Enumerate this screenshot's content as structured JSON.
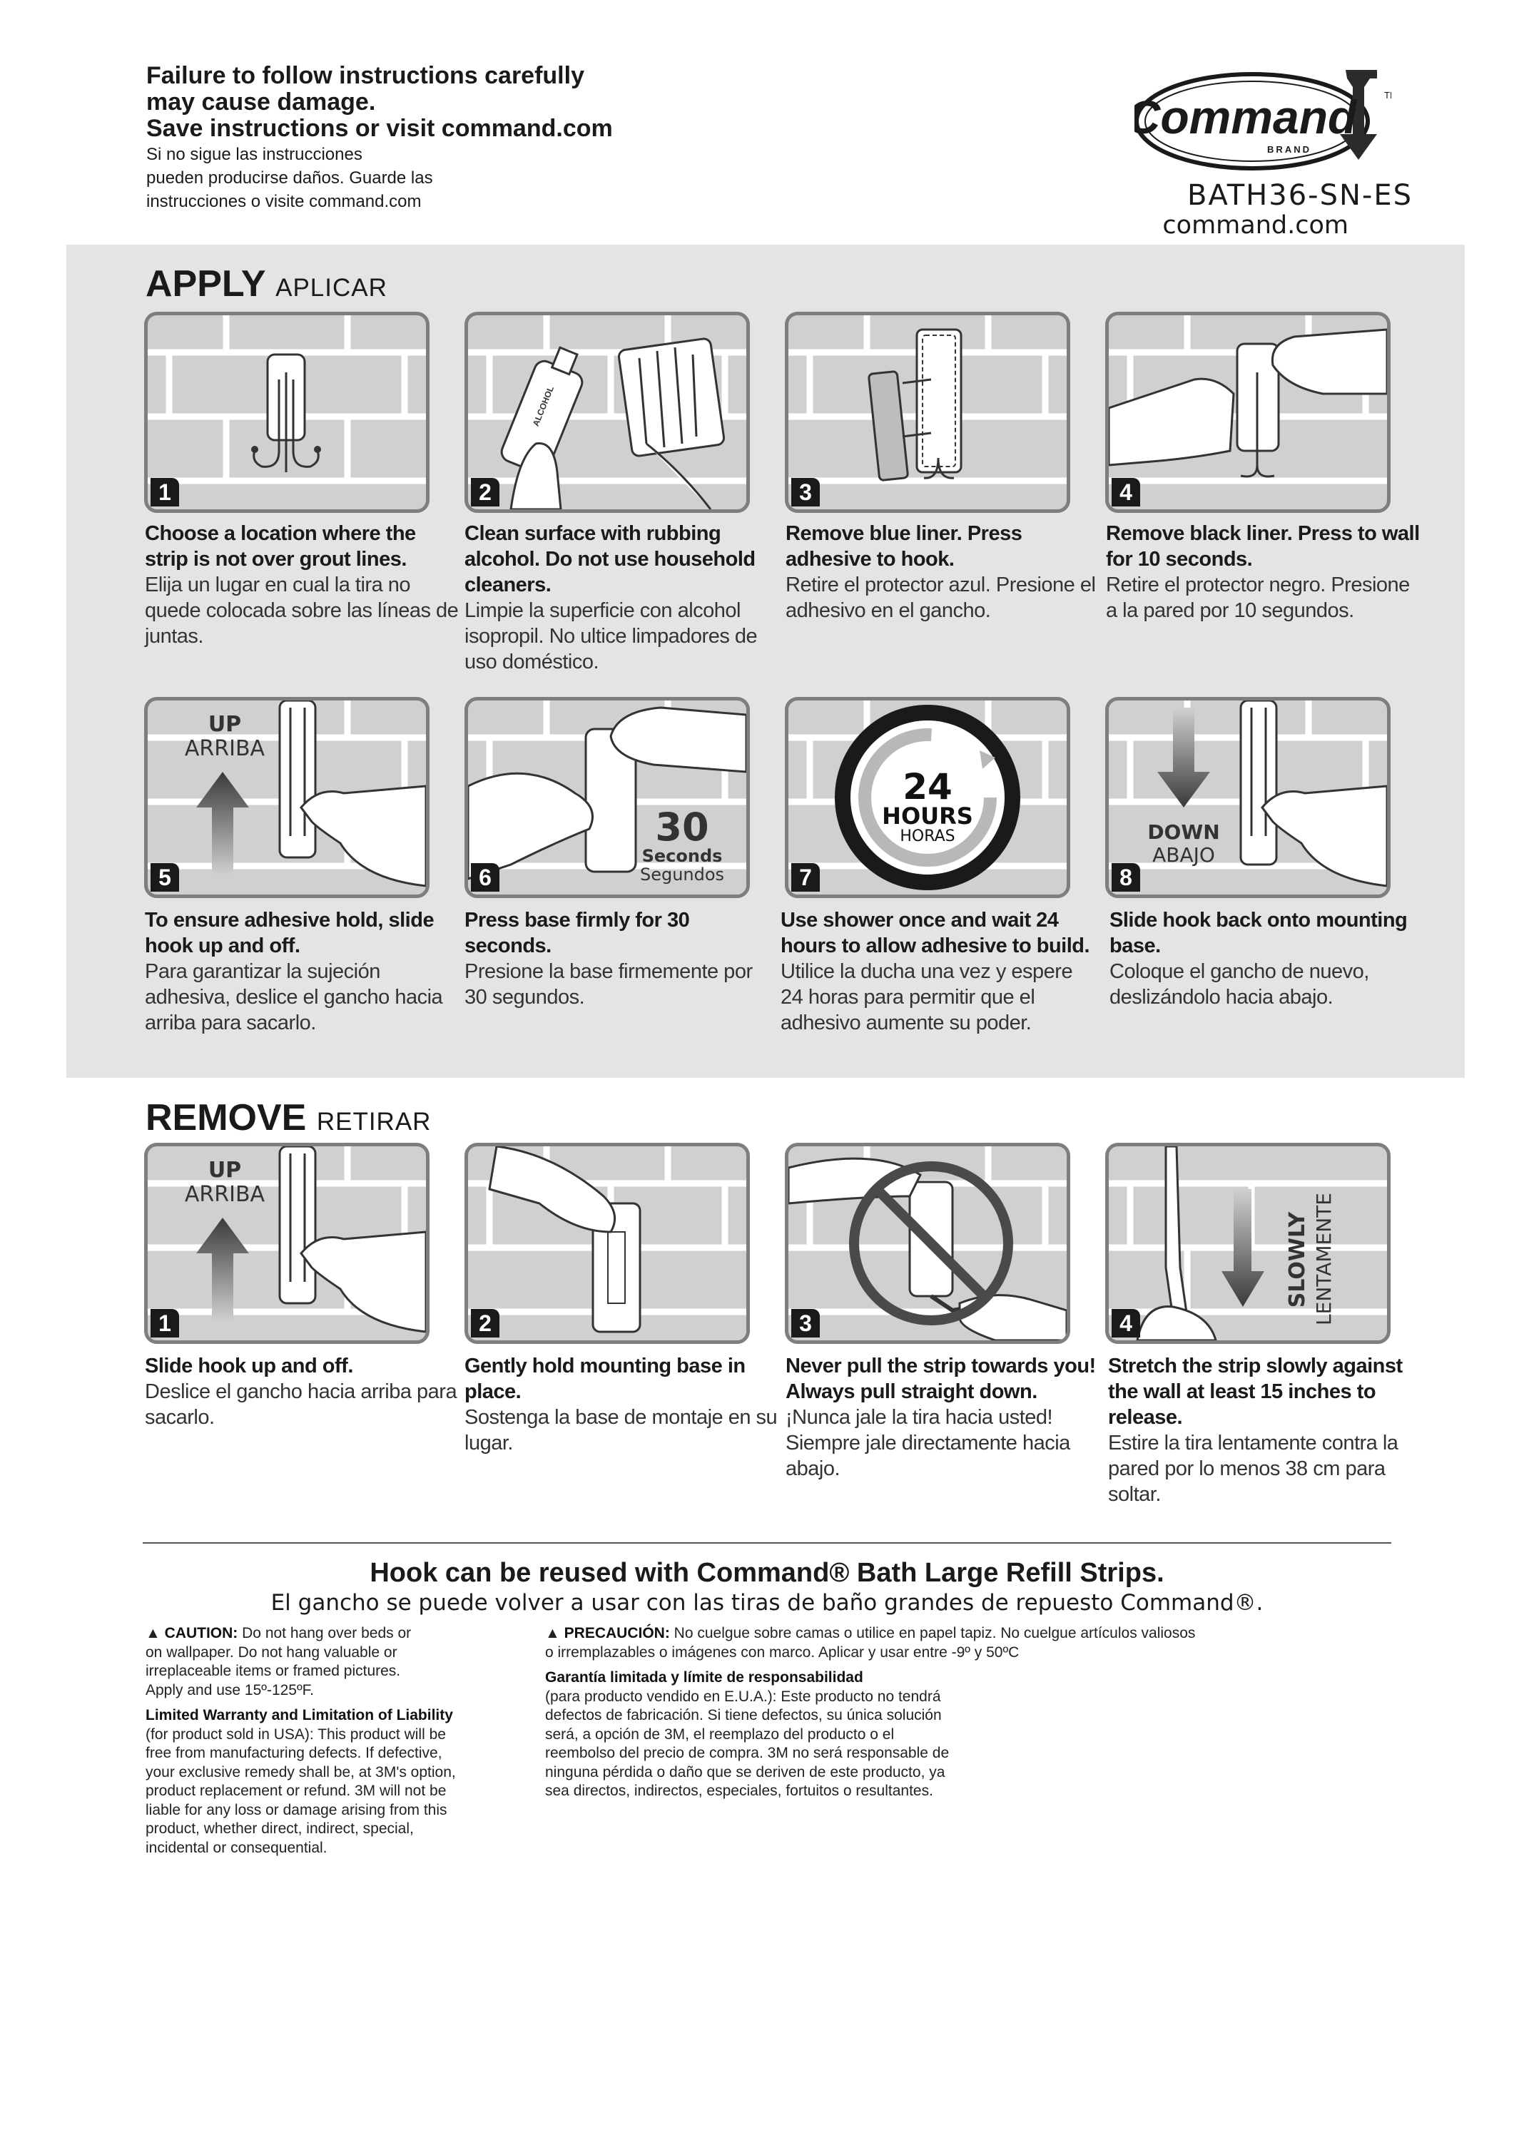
{
  "header": {
    "warning_lines": [
      "Failure to follow instructions carefully",
      "may cause damage.",
      "Save instructions or visit command.com"
    ],
    "warning_es_lines": [
      "Si no sigue las instrucciones",
      "pueden producirse daños. Guarde las",
      "instrucciones o visite command.com"
    ],
    "brand": "Command",
    "brand_sub": "BRAND",
    "trademark": "TM",
    "product_code": "BATH36-SN-ES",
    "website": "command.com"
  },
  "apply": {
    "title": "APPLY",
    "subtitle": "APLICAR",
    "steps": [
      {
        "number": "1",
        "en": "Choose a location where the strip is not over grout lines.",
        "es": "Elija un lugar en cual la tira no quede colocada sobre las líneas de juntas."
      },
      {
        "number": "2",
        "en": "Clean surface with rubbing alcohol. Do not use household cleaners.",
        "es": "Limpie la superficie con alcohol isopropil. No ultice limpadores de uso doméstico.",
        "bottle_label": "ALCOHOL"
      },
      {
        "number": "3",
        "en": "Remove blue liner. Press adhesive to hook.",
        "es": "Retire el protector azul. Presione el adhesivo en el gancho."
      },
      {
        "number": "4",
        "en": "Remove black liner. Press to wall for 10 seconds.",
        "es": "Retire el protector negro. Presione a la pared por 10 segundos."
      },
      {
        "number": "5",
        "en": "To ensure adhesive hold, slide hook up and off.",
        "es": "Para garantizar la sujeción adhesiva, deslice el gancho hacia arriba para sacarlo.",
        "label": "UP",
        "label_es": "ARRIBA"
      },
      {
        "number": "6",
        "en": "Press base firmly for 30 seconds.",
        "es": "Presione la base firmemente por 30 segundos.",
        "value": "30",
        "unit": "Seconds",
        "unit_es": "Segundos"
      },
      {
        "number": "7",
        "en": "Use shower once and wait 24 hours to allow adhesive to build.",
        "es": "Utilice la ducha una vez y espere 24 horas para permitir que el adhesivo aumente su poder.",
        "value": "24",
        "unit": "HOURS",
        "unit_es": "HORAS"
      },
      {
        "number": "8",
        "en": "Slide hook back onto mounting base.",
        "es": "Coloque el gancho de nuevo, deslizándolo hacia abajo.",
        "label": "DOWN",
        "label_es": "ABAJO"
      }
    ]
  },
  "remove": {
    "title": "REMOVE",
    "subtitle": "RETIRAR",
    "steps": [
      {
        "number": "1",
        "en": "Slide hook up and off.",
        "es": "Deslice el gancho hacia arriba para sacarlo.",
        "label": "UP",
        "label_es": "ARRIBA"
      },
      {
        "number": "2",
        "en": "Gently hold mounting base in place.",
        "es": "Sostenga la base de montaje en su lugar."
      },
      {
        "number": "3",
        "en": "Never pull the strip towards you! Always pull straight down.",
        "es": "¡Nunca jale la tira hacia usted! Siempre jale directamente hacia abajo."
      },
      {
        "number": "4",
        "en": "Stretch the strip slowly against the wall at least 15 inches to release.",
        "es": "Estire la tira lentamente contra la pared por lo menos 38 cm para soltar.",
        "label": "SLOWLY",
        "label_es": "LENTAMENTE"
      }
    ]
  },
  "footer": {
    "reuse_en": "Hook can be reused with Command® Bath Large Refill Strips.",
    "reuse_es": "El gancho se puede volver a usar con las tiras de baño grandes de repuesto Command®.",
    "caution_label": "CAUTION:",
    "caution_lines": [
      "Do not hang over beds or",
      "on wallpaper. Do not hang valuable or",
      "irreplaceable items or framed pictures.",
      "Apply and use 15º-125ºF."
    ],
    "warranty_title": "Limited Warranty and Limitation of Liability",
    "warranty_lines": [
      "(for product sold in USA): This product will be",
      "free from manufacturing defects. If defective,",
      "your exclusive remedy shall be, at 3M's option,",
      "product replacement or refund. 3M will not be",
      "liable for any loss or damage arising from this",
      "product, whether direct, indirect, special,",
      "incidental or consequential."
    ],
    "precaucion_label": "PRECAUCIÓN:",
    "precaucion_lines": [
      "No cuelgue sobre camas o utilice en papel tapiz. No cuelgue artículos valiosos",
      "o irremplazables o imágenes con marco. Aplicar y usar entre -9º y 50ºC"
    ],
    "garantia_title": "Garantía limitada y límite de responsabilidad",
    "garantia_lines": [
      "(para producto vendido en E.U.A.): Este producto no tendrá",
      "defectos de fabricación. Si tiene defectos, su única solución",
      "será, a opción de 3M, el reemplazo del producto o el",
      "reembolso del precio de compra. 3M no será responsable de",
      "ninguna pérdida o daño que se deriven de este producto, ya",
      "sea directos, indirectos, especiales, fortuitos o resultantes."
    ]
  }
}
